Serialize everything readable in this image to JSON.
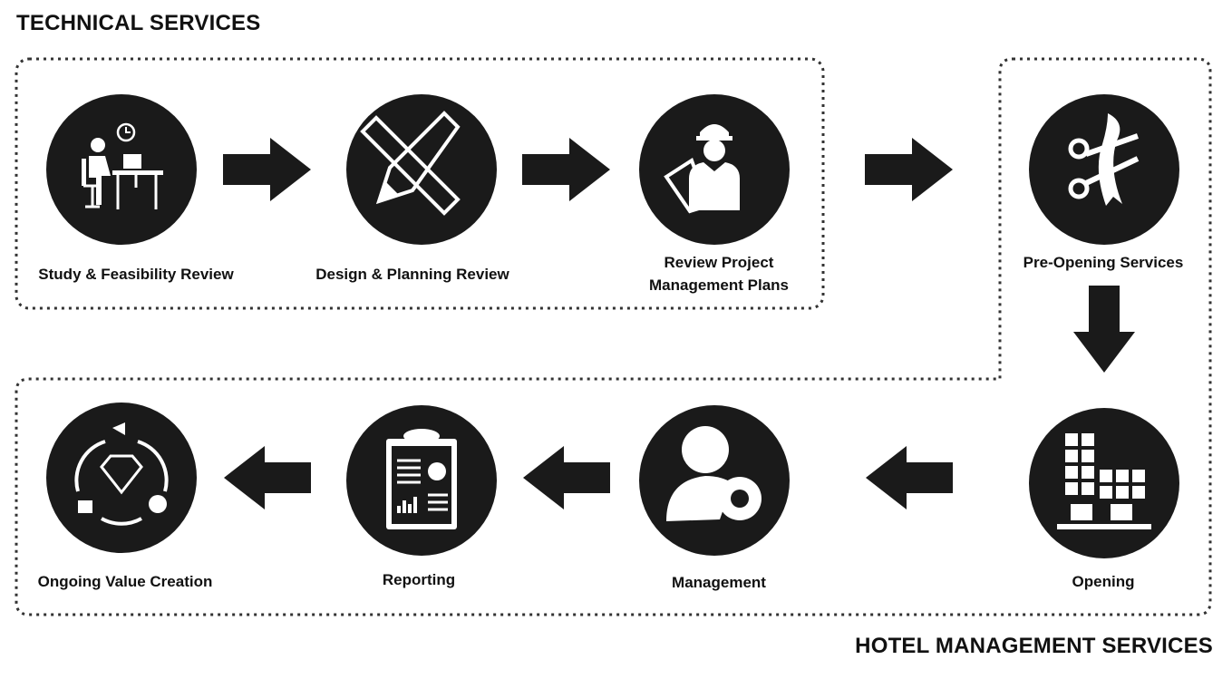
{
  "sections": {
    "technical": "TECHNICAL SERVICES",
    "hotel_management": "HOTEL MANAGEMENT SERVICES"
  },
  "steps": [
    {
      "label": "Study & Feasibility Review",
      "icon": "person-at-desk-icon"
    },
    {
      "label": "Design & Planning Review",
      "icon": "ruler-pencil-icon"
    },
    {
      "label": "Review Project Management Plans",
      "label_lines": [
        "Review Project",
        "Management Plans"
      ],
      "icon": "engineer-blueprint-icon"
    },
    {
      "label": "Pre-Opening Services",
      "icon": "ribbon-cutting-icon"
    },
    {
      "label": "Opening",
      "icon": "building-icon"
    },
    {
      "label": "Management",
      "icon": "person-gear-icon"
    },
    {
      "label": "Reporting",
      "icon": "clipboard-report-icon"
    },
    {
      "label": "Ongoing Value Creation",
      "icon": "diamond-cycle-icon"
    }
  ],
  "colors": {
    "circle": "#1a1a1a",
    "arrow": "#1a1a1a",
    "border": "#333333"
  }
}
